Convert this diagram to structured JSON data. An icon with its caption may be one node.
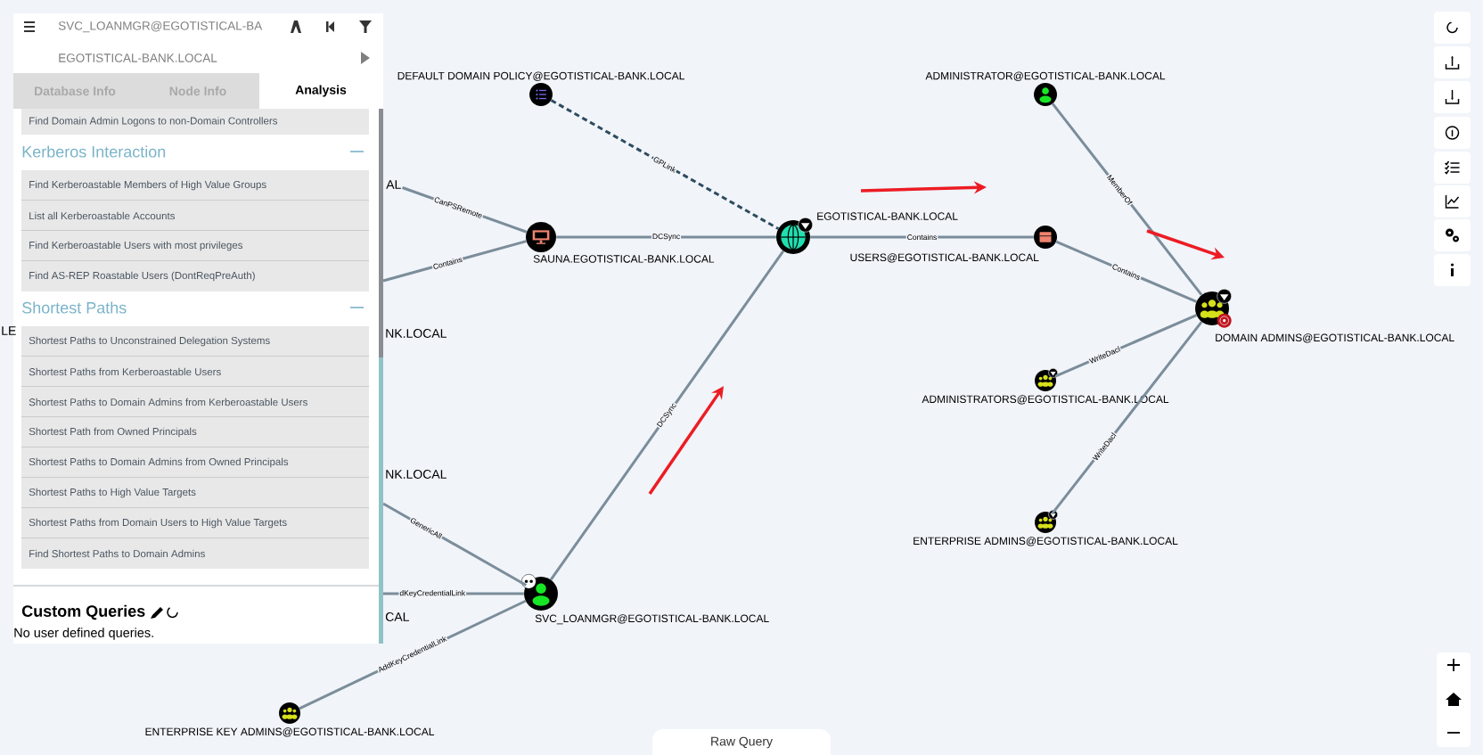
{
  "diagram": {
    "nodes": [
      {
        "text": [
          "DEFAULT DOMAIN POLICY@EGOTISTICAL-BANK.LOCAL"
        ]
      },
      {
        "text": [
          "ADMINISTRATOR@EGOTISTICAL-BANK.LOCAL"
        ]
      },
      {
        "text": [
          "SAUNA.EGOTISTICAL-BANK.LOCAL"
        ]
      },
      {
        "text": [
          "EGOTISTICAL-BANK.LOCAL"
        ]
      },
      {
        "text": [
          "USERS@EGOTISTICAL-BANK.LOCAL"
        ]
      },
      {
        "text": [
          "DOMAIN ADMINS@EGOTISTICAL-BANK.LOCAL"
        ]
      },
      {
        "text": [
          "ADMINISTRATORS@EGOTISTICAL-BANK.LOCAL"
        ]
      },
      {
        "text": [
          "ENTERPRISE ADMINS@EGOTISTICAL-BANK.LOCAL"
        ]
      },
      {
        "text": [
          "SVC_LOANMGR@EGOTISTICAL-BANK.LOCAL"
        ]
      },
      {
        "text": [
          "ENTERPRISE KEY ADMINS@EGOTISTICAL-BANK.LOCAL"
        ]
      },
      {
        "text": [
          "AL"
        ]
      }
    ],
    "edges": [
      {
        "from": 0,
        "to": 3,
        "label": "GPLink",
        "arrow": "none",
        "style": "dashed",
        "color": "#2d4b5e"
      },
      {
        "from": 2,
        "to": 3,
        "label": "DCSync",
        "arrow": "none"
      },
      {
        "from": 3,
        "to": 4,
        "label": "Contains",
        "arrow": "none"
      },
      {
        "from": 1,
        "to": 5,
        "label": "MemberOf",
        "arrow": "none"
      },
      {
        "from": 4,
        "to": 5,
        "label": "Contains",
        "arrow": "none"
      },
      {
        "from": 6,
        "to": 5,
        "label": "WriteDacl",
        "arrow": "none"
      },
      {
        "from": 7,
        "to": 5,
        "label": "WriteDacl",
        "arrow": "none"
      },
      {
        "from": 8,
        "to": 3,
        "label": "DCSync",
        "arrow": "none"
      },
      {
        "from": 9,
        "to": 8,
        "label": "AddKeyCredentialLink",
        "arrow": "none"
      },
      {
        "from": 10,
        "to": 2,
        "label": "CanPSRemote",
        "arrow": "none"
      },
      {
        "from": null,
        "to": 2,
        "label": "Contains",
        "arrow": "none"
      },
      {
        "from": null,
        "to": 8,
        "label": "GenericAll",
        "arrow": "none"
      },
      {
        "from": null,
        "to": 8,
        "label": "dKeyCredentialLink",
        "arrow": "none"
      }
    ],
    "labels": [
      "SVC_LOANMGR@EGOTISTICAL-BA",
      "EGOTISTICAL-BANK.LOCAL",
      "Database Info",
      "Node Info",
      "Analysis",
      "Find Domain Admin Logons to non-Domain Controllers",
      "Kerberos Interaction",
      "Find Kerberoastable Members of High Value Groups",
      "List all Kerberoastable Accounts",
      "Find Kerberoastable Users with most privileges",
      "Find AS-REP Roastable Users (DontReqPreAuth)",
      "Shortest Paths",
      "Shortest Paths to Unconstrained Delegation Systems",
      "Shortest Paths from Kerberoastable Users",
      "Shortest Paths to Domain Admins from Kerberoastable Users",
      "Shortest Path from Owned Principals",
      "Shortest Paths to Domain Admins from Owned Principals",
      "Shortest Paths to High Value Targets",
      "Shortest Paths from Domain Users to High Value Targets",
      "Find Shortest Paths to Domain Admins",
      "Custom Queries",
      "No user defined queries.",
      "LE",
      "NK.LOCAL",
      "NK.LOCAL",
      "CAL",
      "Raw Query"
    ]
  }
}
